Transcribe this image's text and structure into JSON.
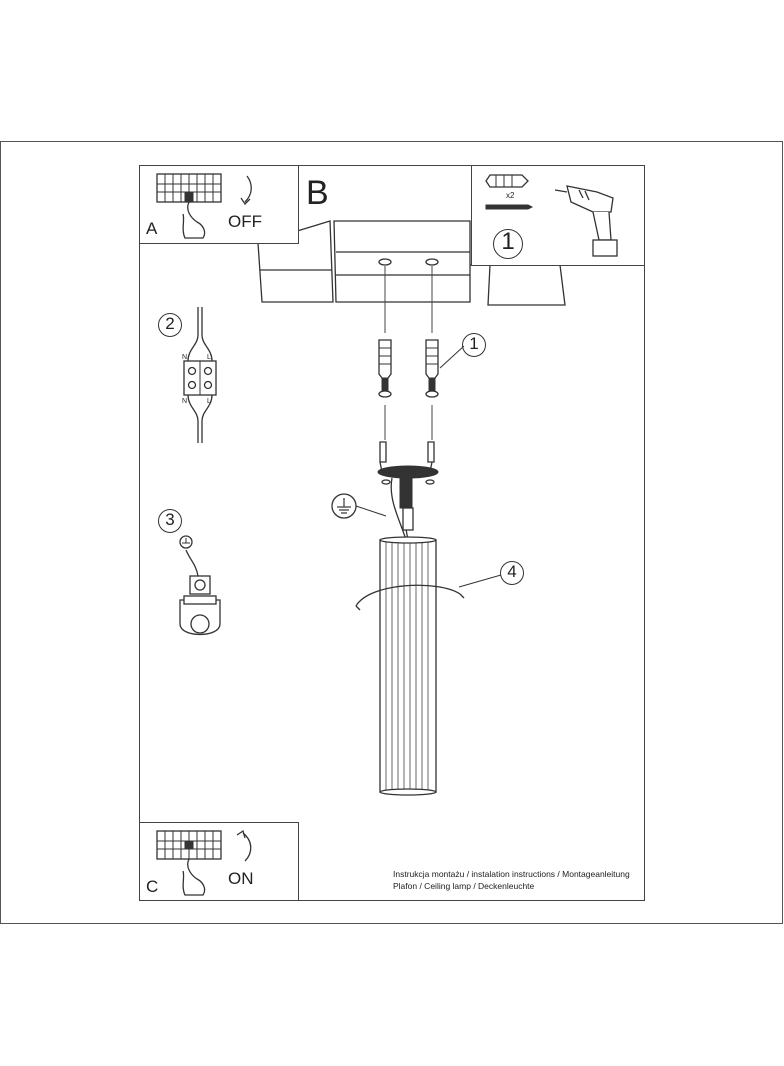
{
  "steps": {
    "a": {
      "letter": "A",
      "switch_text": "OFF"
    },
    "b": {
      "letter": "B"
    },
    "c": {
      "letter": "C",
      "switch_text": "ON"
    }
  },
  "tools": {
    "quantity": "x2",
    "number": "1"
  },
  "callouts": {
    "anchors": "1",
    "wiring": "2",
    "ground": "3",
    "bracket": "4"
  },
  "wire_labels": {
    "n_top": "N",
    "l_top": "L",
    "n_bottom": "N",
    "l_bottom": "L"
  },
  "footer": {
    "line1": "Instrukcja montażu / instalation instructions / Montageanleitung",
    "line2": "Plafon / Ceiling lamp / Deckenleuchte"
  },
  "icons": [
    "switch-off-icon",
    "switch-on-icon",
    "drill-icon",
    "wall-plug-icon",
    "screw-icon",
    "ground-symbol-icon",
    "terminal-block-icon"
  ]
}
